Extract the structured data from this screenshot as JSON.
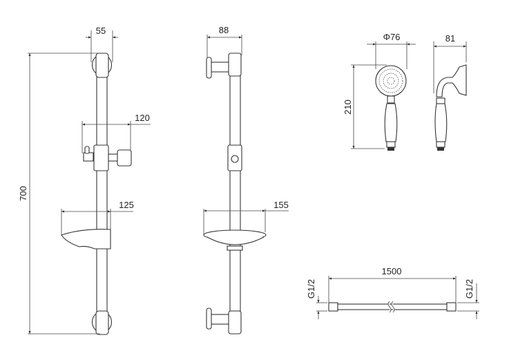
{
  "title": "Shower rail set dimension drawing",
  "dimensions": {
    "rail_front_width": "55",
    "rail_height": "700",
    "holder_reach_front": "120",
    "soap_dish_front": "125",
    "rail_side_depth": "88",
    "soap_dish_side": "155",
    "hand_shower_diameter": "Φ76",
    "hand_shower_length": "210",
    "hand_shower_depth": "81",
    "hose_length": "1500",
    "hose_thread_left": "G1/2",
    "hose_thread_right": "G1/2"
  }
}
